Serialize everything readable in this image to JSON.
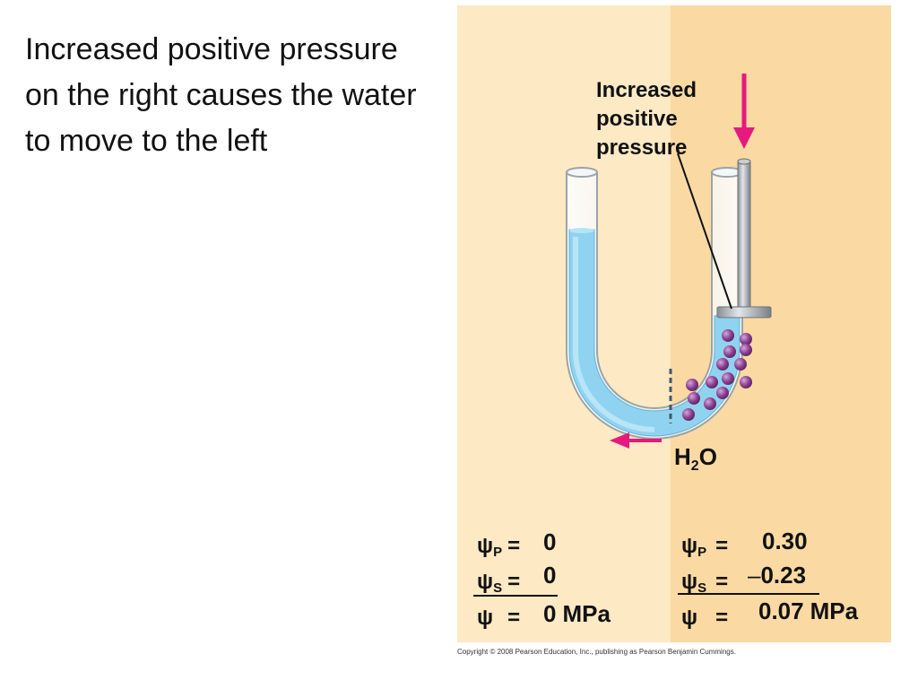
{
  "caption": "Increased positive pressure on the right causes the water to move to the left",
  "diagram": {
    "pressure_label_lines": [
      "Increased",
      "positive",
      "pressure"
    ],
    "flow": {
      "symbol": "H",
      "subscript": "2",
      "suffix": "O"
    },
    "left": {
      "psi_p_value": "0",
      "psi_s_value": "0",
      "psi_value": "0",
      "unit": "MPa"
    },
    "right": {
      "psi_p_value": "0.30",
      "psi_s_value": "0.23",
      "psi_s_sign": "–",
      "psi_value": "0.07",
      "unit": "MPa"
    },
    "symbols": {
      "psi": "ψ",
      "sub_p": "P",
      "sub_s": "S",
      "equals": "="
    },
    "colors": {
      "panel_left": "#fde9c4",
      "panel_right": "#fbd9a3",
      "water": "#8fd3f0",
      "solute": "#8a3f8f",
      "arrow": "#e6197e"
    }
  },
  "copyright": "Copyright © 2008 Pearson Education, Inc., publishing as Pearson Benjamin Cummings."
}
